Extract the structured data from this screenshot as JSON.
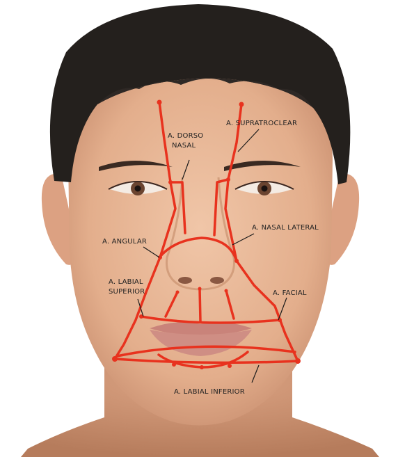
{
  "colors": {
    "artery": "#e8321e",
    "skin": "#e7b89a",
    "skin_shadow": "#c98f70",
    "hair": "#24201d",
    "lips": "#c9837a",
    "label_text": "#222222",
    "leader": "#1a1a1a"
  },
  "labels": {
    "dorso_nasal_1": "A. DORSO",
    "dorso_nasal_2": "NASAL",
    "supratroclear": "A. SUPRATROCLEAR",
    "angular": "A. ANGULAR",
    "nasal_lateral": "A. NASAL LATERAL",
    "labial_superior_1": "A. LABIAL",
    "labial_superior_2": "SUPERIOR",
    "facial": "A. FACIAL",
    "labial_inferior": "A. LABIAL INFERIOR"
  }
}
